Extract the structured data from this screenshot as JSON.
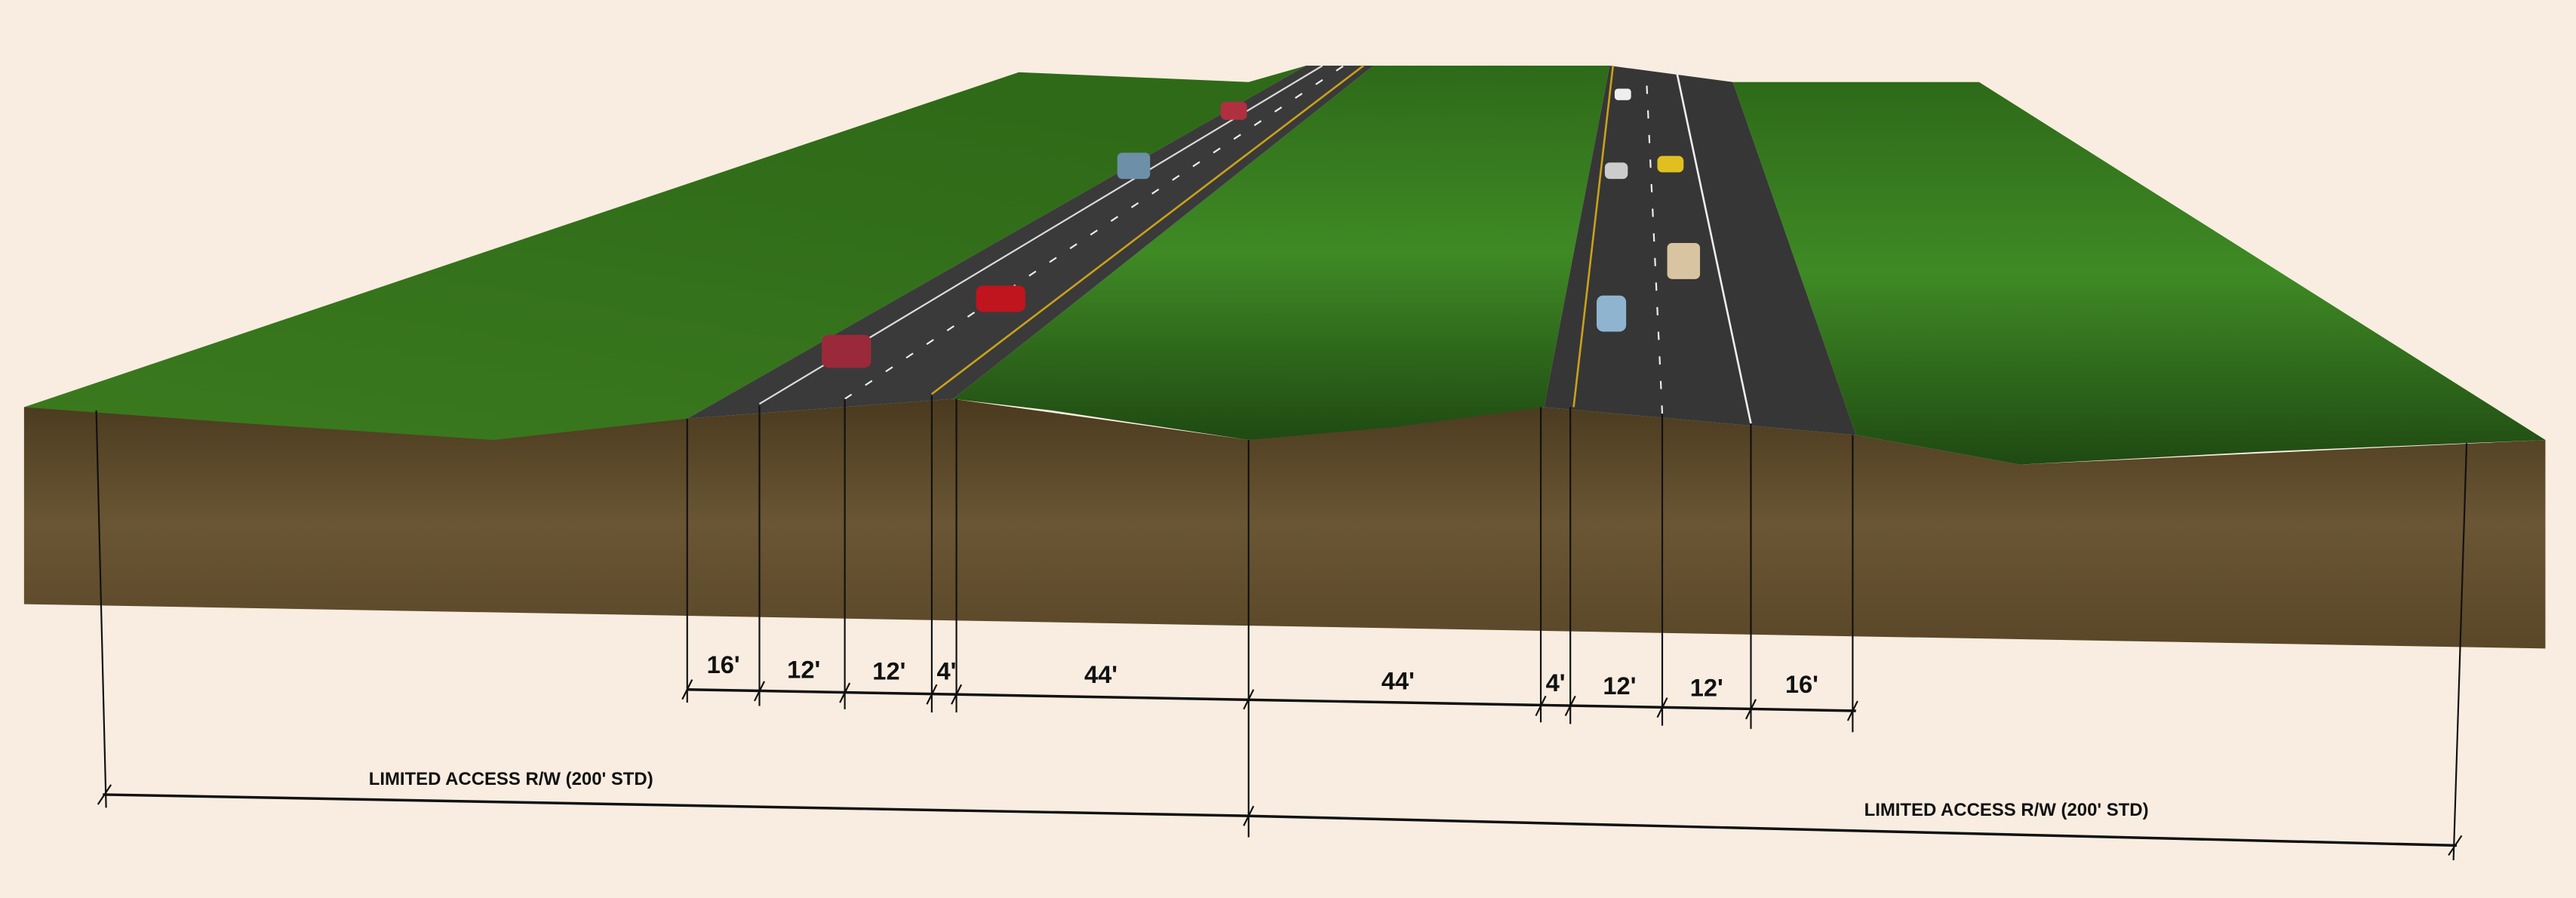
{
  "dimensions": {
    "left": [
      "16'",
      "12'",
      "12'",
      "4'",
      "44'"
    ],
    "right": [
      "44'",
      "4'",
      "12'",
      "12'",
      "16'"
    ]
  },
  "right_of_way": {
    "left_label": "LIMITED ACCESS R/W  (200' STD)",
    "right_label": "LIMITED ACCESS R/W  (200' STD)"
  },
  "colors": {
    "background": "#f8ede0",
    "grass": "#3f7f22",
    "soil": "#5e4a2a",
    "asphalt": "#3a3a3a",
    "lines": "#111111"
  }
}
